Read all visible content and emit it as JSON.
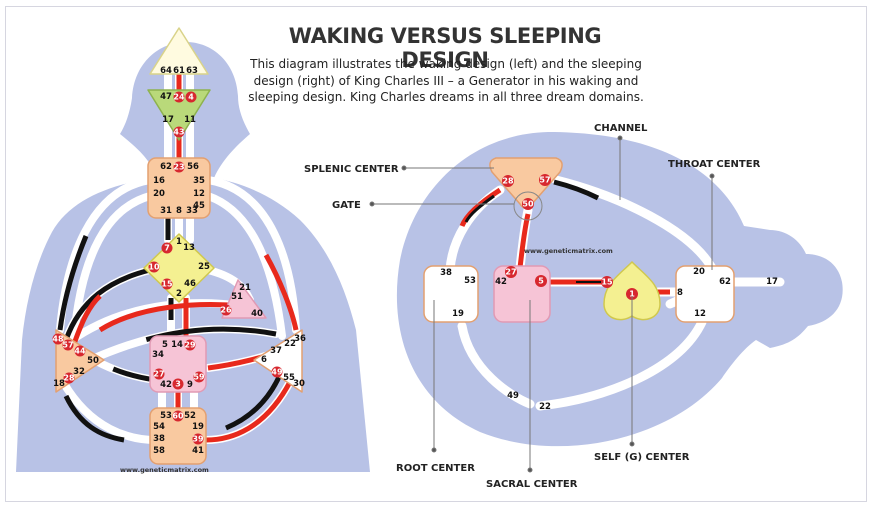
{
  "title": "WAKING VERSUS SLEEPING DESIGN",
  "description": "This diagram illustrates the waking design (left) and the sleeping design (right) of King Charles III – a Generator in his waking and sleeping design. King Charles dreams in all three dream domains.",
  "watermark": "www.geneticmatrix.com",
  "colors": {
    "silhouette": "#b8c2e6",
    "channel": "#ffffff",
    "activation_red": "#e8291c",
    "activation_black": "#111111",
    "center_orange": "#f9c9a0",
    "center_green": "#b9d97a",
    "center_yellow": "#f4f091",
    "center_pink": "#f6c4d6",
    "gate_badge": "#d7282f"
  },
  "labels": {
    "channel": "CHANNEL",
    "splenic": "SPLENIC CENTER",
    "throat": "THROAT CENTER",
    "gate": "GATE",
    "root": "ROOT CENTER",
    "sacral": "SACRAL CENTER",
    "self": "SELF (G) CENTER"
  },
  "waking": {
    "head": [
      "64",
      "61",
      "63"
    ],
    "ajna": [
      "47",
      "24",
      "4",
      "17",
      "11",
      "43"
    ],
    "throat": [
      "62",
      "23",
      "56",
      "16",
      "35",
      "20",
      "12",
      "45",
      "31",
      "8",
      "33"
    ],
    "g": [
      "1",
      "7",
      "13",
      "10",
      "25",
      "15",
      "46",
      "2"
    ],
    "ego": [
      "21",
      "51",
      "26",
      "40"
    ],
    "spleen": [
      "48",
      "57",
      "44",
      "50",
      "32",
      "28",
      "18"
    ],
    "sacral": [
      "5",
      "14",
      "29",
      "34",
      "27",
      "59",
      "42",
      "3",
      "9"
    ],
    "solar": [
      "36",
      "22",
      "37",
      "6",
      "49",
      "55",
      "30"
    ],
    "root": [
      "53",
      "60",
      "52",
      "54",
      "19",
      "38",
      "39",
      "58",
      "41"
    ]
  },
  "sleeping": {
    "spleen": [
      "28",
      "57",
      "50"
    ],
    "root": [
      "38",
      "53",
      "19"
    ],
    "sacral": [
      "27",
      "42",
      "5"
    ],
    "self": [
      "15",
      "1",
      "8"
    ],
    "throat": [
      "20",
      "62",
      "12",
      "17"
    ],
    "open": [
      "49",
      "22"
    ]
  }
}
